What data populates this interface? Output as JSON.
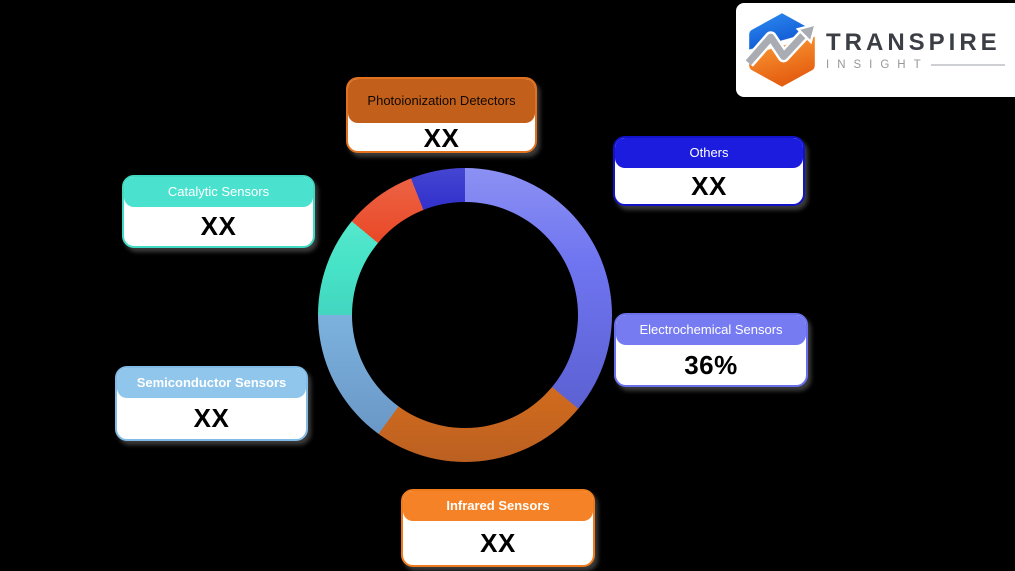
{
  "logo": {
    "brand": "TRANSPIRE",
    "tagline": "INSIGHT"
  },
  "colors": {
    "background": "#000000",
    "logo_card_bg": "#ffffff"
  },
  "callouts": [
    {
      "label": "Photoionization Detectors",
      "value": "XX",
      "header_bg": "#c2601b",
      "border": "#e2711f",
      "title_color": "#120800"
    },
    {
      "label": "Others",
      "value": "XX",
      "header_bg": "#1c1cdf",
      "border": "#1212cb",
      "title_color": "#ffffff"
    },
    {
      "label": "Catalytic Sensors",
      "value": "XX",
      "header_bg": "#4ae2cf",
      "border": "#3fd9c4",
      "title_color": "#ffffff"
    },
    {
      "label": "Electrochemical Sensors",
      "value": "36%",
      "header_bg": "#767bf2",
      "border": "#6a70ec",
      "title_color": "#ffffff"
    },
    {
      "label": "Semiconductor Sensors",
      "value": "XX",
      "header_bg": "#90c6ec",
      "border": "#82bbe6",
      "title_color": "#ffffff"
    },
    {
      "label": "Infrared Sensors",
      "value": "XX",
      "header_bg": "#f58226",
      "border": "#ee7a1b",
      "title_color": "#ffffff"
    }
  ],
  "chart_data": {
    "type": "pie",
    "variant": "donut",
    "direction": "clockwise",
    "start_angle_deg": 0,
    "legend_position": "floating-callouts",
    "segments": [
      {
        "label": "Electrochemical Sensors",
        "value": 36,
        "displayed_value": "36%",
        "color": "#6f75f0"
      },
      {
        "label": "Infrared Sensors",
        "value": 24,
        "displayed_value": "XX",
        "color": "#f67e16"
      },
      {
        "label": "Semiconductor Sensors",
        "value": 15,
        "displayed_value": "XX",
        "color": "#85bee8"
      },
      {
        "label": "Catalytic Sensors",
        "value": 11,
        "displayed_value": "XX",
        "color": "#47e4c8"
      },
      {
        "label": "Photoionization Detectors",
        "value": 8,
        "displayed_value": "XX",
        "color": "#e8411d"
      },
      {
        "label": "Others",
        "value": 6,
        "displayed_value": "XX",
        "color": "#1717c6"
      }
    ]
  }
}
